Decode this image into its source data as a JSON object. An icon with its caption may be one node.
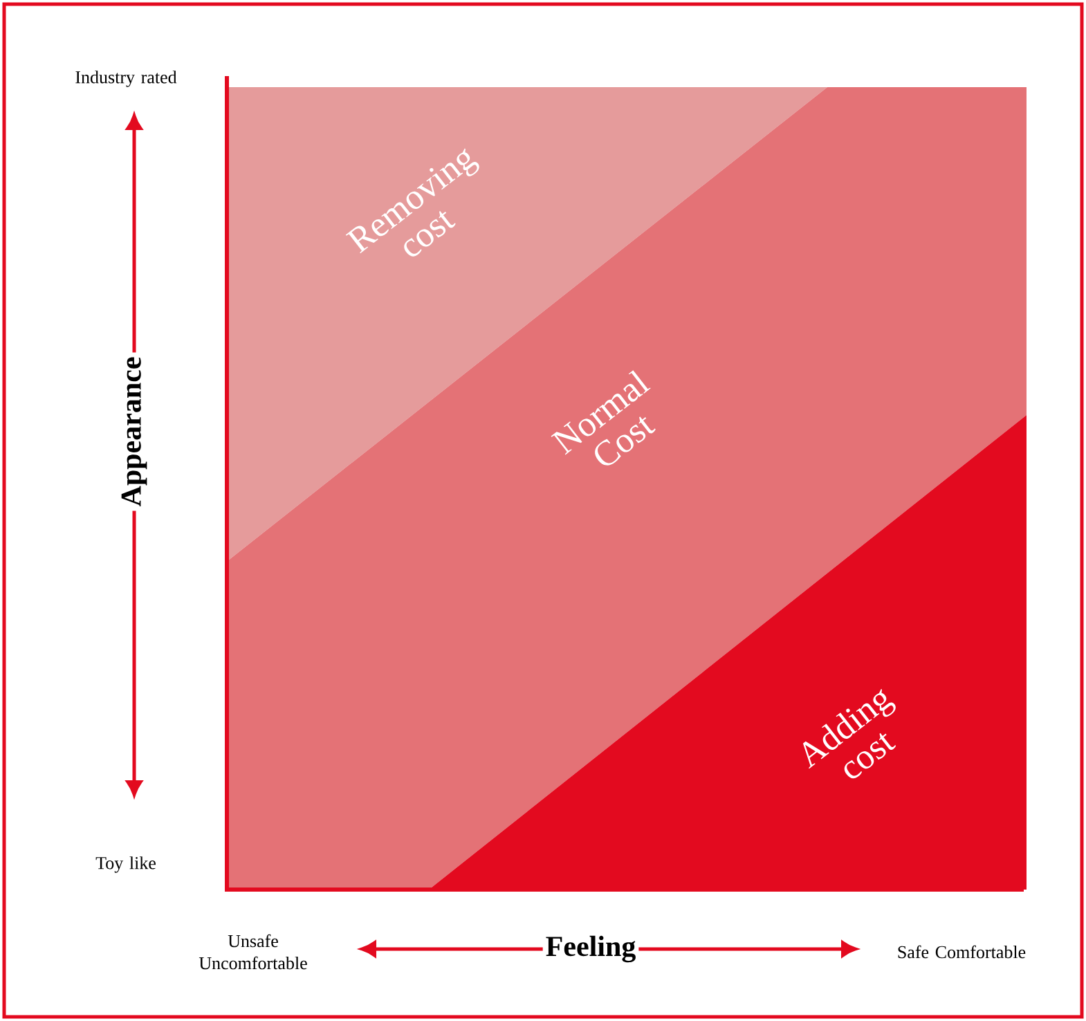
{
  "diagram": {
    "nodes": [
      {
        "text": [
          "Removing cost"
        ]
      },
      {
        "text": [
          "Normal Cost"
        ]
      },
      {
        "text": [
          "Adding cost"
        ]
      }
    ],
    "labels": [
      "Industry rated",
      "Appearance",
      "Toy like",
      "Unsafe Uncomfortable",
      "Feeling",
      "Safe Comfortable"
    ]
  }
}
